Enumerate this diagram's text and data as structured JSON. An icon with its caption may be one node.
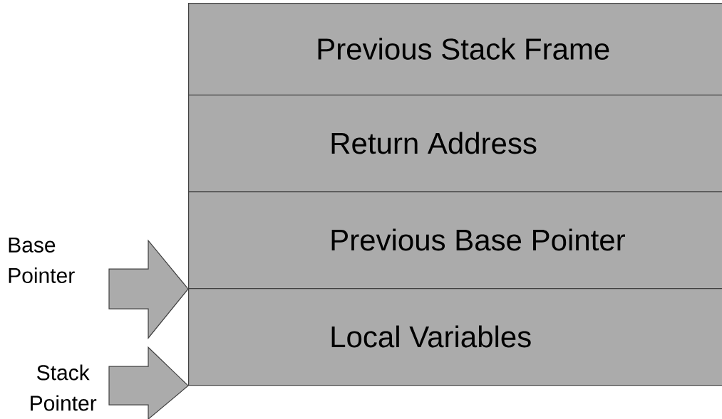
{
  "diagram": {
    "nodes": [
      {
        "text": [
          "Previous Stack Frame"
        ]
      },
      {
        "text": [
          "Return Address"
        ]
      },
      {
        "text": [
          "Previous Base Pointer"
        ]
      },
      {
        "text": [
          "Local Variables"
        ]
      },
      {
        "text": [
          "Base Pointer"
        ]
      },
      {
        "text": [
          "Stack Pointer"
        ]
      }
    ],
    "edges": [
      {
        "from": 4,
        "to": 2,
        "arrow": "to"
      },
      {
        "from": 5,
        "to": 3,
        "arrow": "to"
      }
    ]
  }
}
